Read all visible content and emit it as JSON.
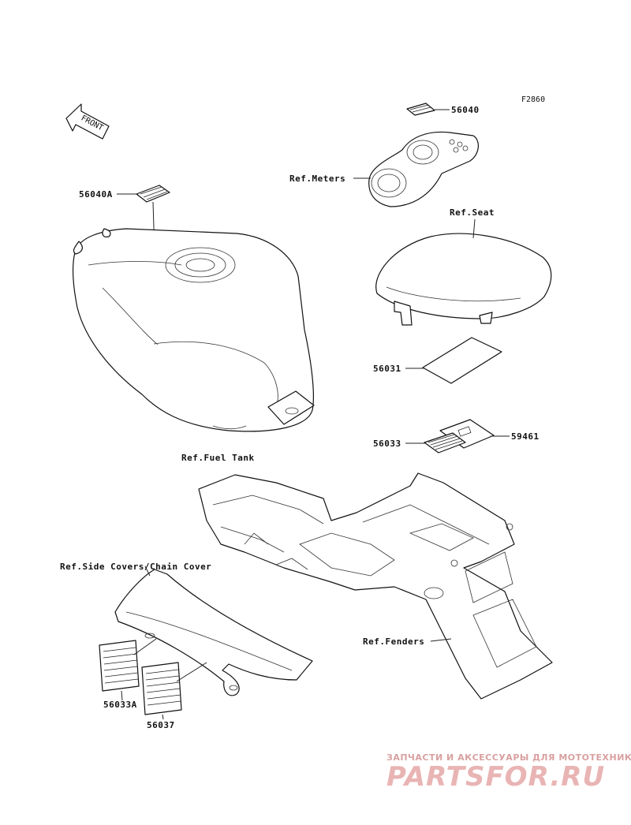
{
  "figure_code": "F2860",
  "front_arrow_label": "FRONT",
  "labels": {
    "p56040": "56040",
    "ref_meters": "Ref.Meters",
    "p56040a": "56040A",
    "ref_seat": "Ref.Seat",
    "p56031": "56031",
    "p56033": "56033",
    "p59461": "59461",
    "ref_fuel_tank": "Ref.Fuel Tank",
    "ref_side_covers": "Ref.Side Covers/Chain Cover",
    "ref_fenders": "Ref.Fenders",
    "p56033a": "56033A",
    "p56037": "56037"
  },
  "watermark": {
    "tagline": "ЗАПЧАСТИ И АКСЕССУАРЫ ДЛЯ МОТОТЕХНИКИ",
    "logo": "PARTSFOR.RU"
  },
  "colors": {
    "line": "#111111",
    "watermark": "#e9b4b4"
  }
}
